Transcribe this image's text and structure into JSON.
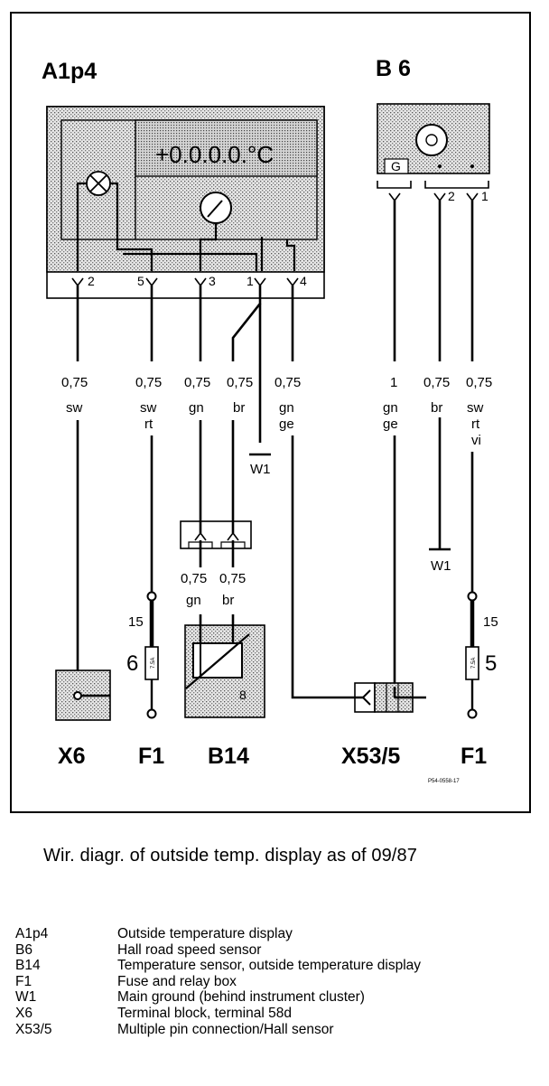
{
  "diagram": {
    "components": {
      "a1p4": "A1p4",
      "b6": "B 6",
      "x6": "X6",
      "f1_left": "F1",
      "b14": "B14",
      "x53_5": "X53/5",
      "f1_right": "F1"
    },
    "display_glyph": "+0.0.0.0.°C",
    "pins": {
      "a1p4": [
        "2",
        "5",
        "3",
        "1",
        "4"
      ],
      "b6": [
        "G",
        "2",
        "1"
      ],
      "b14": "8"
    },
    "wires": [
      {
        "size": "0,75",
        "color": "sw"
      },
      {
        "size": "0,75",
        "color": "sw",
        "color2": "rt"
      },
      {
        "size": "0,75",
        "color": "gn"
      },
      {
        "size": "0,75",
        "color": "br"
      },
      {
        "size": "0,75",
        "color": "gn",
        "color2": "ge"
      },
      {
        "size": "1",
        "color": "gn",
        "color2": "ge"
      },
      {
        "size": "0,75",
        "color": "br"
      },
      {
        "size": "0,75",
        "color": "sw",
        "color2": "rt",
        "color3": "vi"
      }
    ],
    "b14_wires": [
      {
        "size": "0,75",
        "color": "gn"
      },
      {
        "size": "0,75",
        "color": "br"
      }
    ],
    "grounds": [
      "W1",
      "W1"
    ],
    "fuses": {
      "left": {
        "terminal": "15",
        "number": "6",
        "rating": "7.5A"
      },
      "right": {
        "terminal": "15",
        "number": "5",
        "rating": "7.5A"
      }
    },
    "ref_code": "P54-0558-17"
  },
  "caption": "Wir. diagr. of outside temp. display as of 09/87",
  "legend": [
    {
      "code": "A1p4",
      "desc": "Outside temperature display"
    },
    {
      "code": "B6",
      "desc": "Hall road speed sensor"
    },
    {
      "code": "B14",
      "desc": "Temperature sensor, outside temperature display"
    },
    {
      "code": "F1",
      "desc": "Fuse and relay box"
    },
    {
      "code": "W1",
      "desc": "Main ground (behind instrument cluster)"
    },
    {
      "code": "X6",
      "desc": "Terminal block, terminal 58d"
    },
    {
      "code": "X53/5",
      "desc": "Multiple pin connection/Hall sensor"
    }
  ]
}
